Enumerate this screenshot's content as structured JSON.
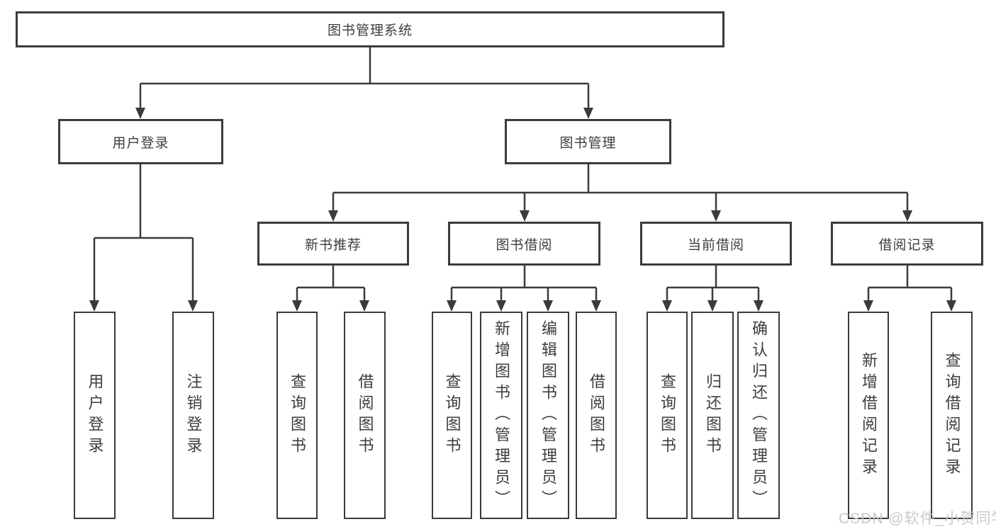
{
  "diagram": {
    "type": "hierarchy-tree",
    "orientation": "top-down",
    "colors": {
      "line": "#3b3b3b",
      "box_border": "#3b3b3b",
      "box_fill": "#ffffff",
      "text": "#3d3d3d",
      "background": "#ffffff",
      "watermark_text_color": "#c9c9c9"
    }
  },
  "tree": {
    "root": {
      "label": "图书管理系统"
    },
    "children": [
      {
        "label": "用户登录",
        "children": [
          {
            "label": "用户登录"
          },
          {
            "label": "注销登录"
          }
        ]
      },
      {
        "label": "图书管理",
        "children": [
          {
            "label": "新书推荐",
            "children": [
              {
                "label": "查询图书"
              },
              {
                "label": "借阅图书"
              }
            ]
          },
          {
            "label": "图书借阅",
            "children": [
              {
                "label": "查询图书"
              },
              {
                "label": "新增图书（管理员）"
              },
              {
                "label": "编辑图书（管理员）"
              },
              {
                "label": "借阅图书"
              }
            ]
          },
          {
            "label": "当前借阅",
            "children": [
              {
                "label": "查询图书"
              },
              {
                "label": "归还图书"
              },
              {
                "label": "确认归还（管理员）"
              }
            ]
          },
          {
            "label": "借阅记录",
            "children": [
              {
                "label": "新增借阅记录"
              },
              {
                "label": "查询借阅记录"
              }
            ]
          }
        ]
      }
    ]
  },
  "watermark": {
    "text": "CSDN @软件_小贺同学"
  }
}
